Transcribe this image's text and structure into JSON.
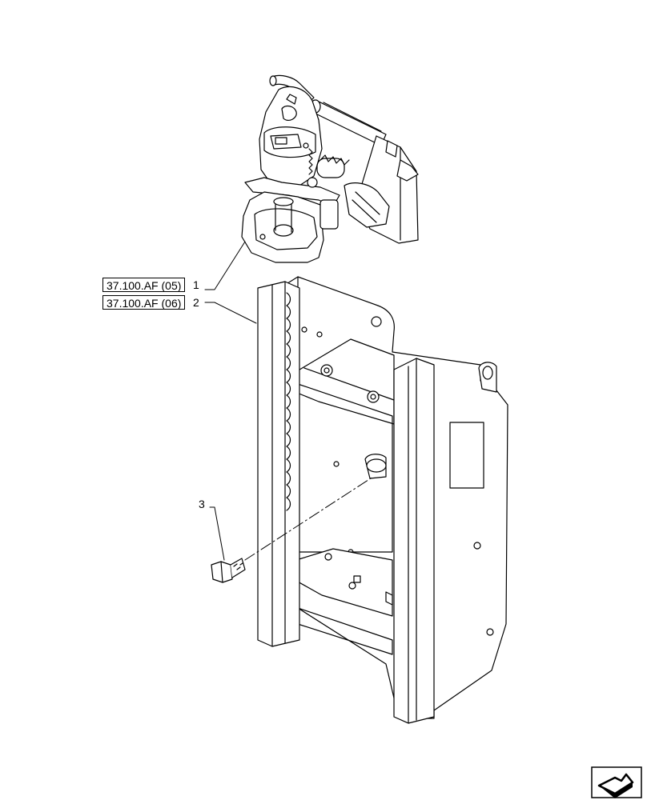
{
  "references": [
    {
      "code": "37.100.AF (05)",
      "item": "1"
    },
    {
      "code": "37.100.AF (06)",
      "item": "2"
    }
  ],
  "callouts": [
    {
      "item": "3"
    }
  ],
  "icons": {
    "navigation": "next-page-arrow-icon"
  }
}
